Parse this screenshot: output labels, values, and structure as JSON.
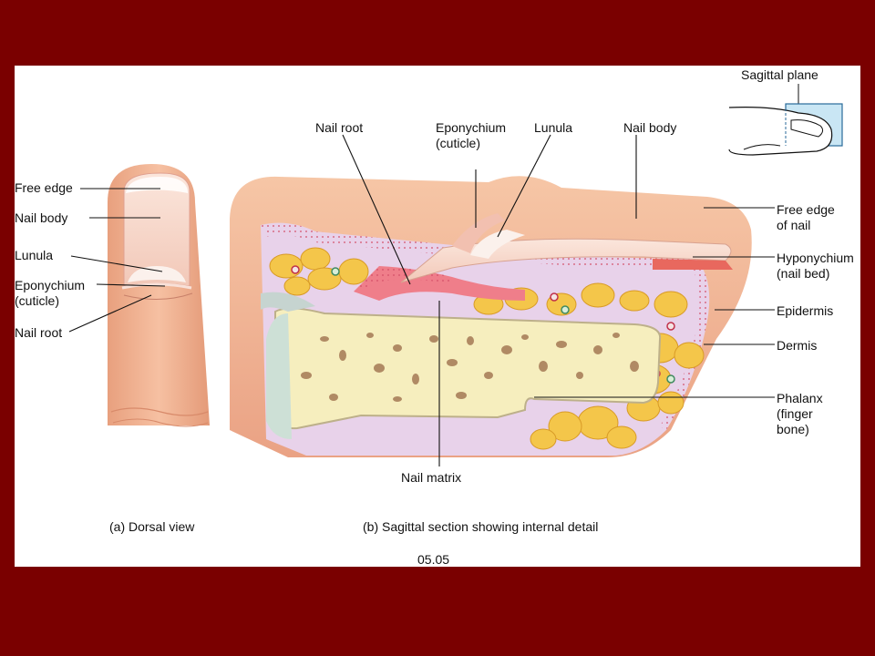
{
  "panel_a": {
    "labels": {
      "free_edge": "Free edge",
      "nail_body": "Nail body",
      "lunula": "Lunula",
      "eponychium": "Eponychium\n(cuticle)",
      "nail_root": "Nail root"
    },
    "caption": "(a) Dorsal view"
  },
  "panel_b": {
    "labels": {
      "nail_root": "Nail root",
      "eponychium": "Eponychium\n(cuticle)",
      "lunula": "Lunula",
      "nail_body": "Nail body",
      "free_edge": "Free edge\nof nail",
      "hyponychium": "Hyponychium\n(nail bed)",
      "epidermis": "Epidermis",
      "dermis": "Dermis",
      "phalanx": "Phalanx\n(finger\nbone)",
      "nail_matrix": "Nail matrix"
    },
    "caption": "(b) Sagittal section showing internal detail"
  },
  "inset": {
    "label": "Sagittal plane"
  },
  "figure_number": "05.05",
  "colors": {
    "background": "#7a0000",
    "panel": "#ffffff",
    "skin": "#f0b090",
    "nail": "#f6d6c8",
    "dermis": "#e8d2ea",
    "fat": "#f4c64a",
    "bone": "#f6eebe",
    "marrow": "#b08a64",
    "matrix": "#ef7e8a"
  }
}
